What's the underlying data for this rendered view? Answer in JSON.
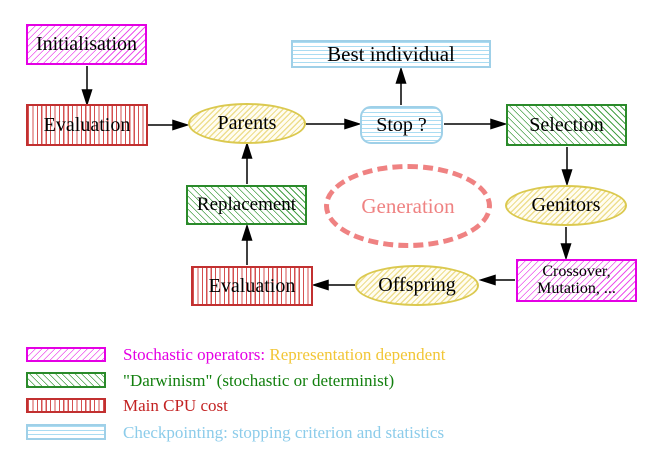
{
  "diagram": {
    "title_hint": "Evolutionary algorithm generation loop",
    "nodes": {
      "initialisation": {
        "label": "Initialisation"
      },
      "evaluation_top": {
        "label": "Evaluation"
      },
      "parents": {
        "label": "Parents"
      },
      "best_individual": {
        "label": "Best individual"
      },
      "stop": {
        "label": "Stop ?"
      },
      "selection": {
        "label": "Selection"
      },
      "genitors": {
        "label": "Genitors"
      },
      "generation": {
        "label": "Generation"
      },
      "crossover_mutation": {
        "line1": "Crossover,",
        "line2": "Mutation, ..."
      },
      "offspring": {
        "label": "Offspring"
      },
      "evaluation_bottom": {
        "label": "Evaluation"
      },
      "replacement": {
        "label": "Replacement"
      }
    },
    "legend": [
      {
        "swatch": "magenta-diagonal-hatch",
        "label": "Stochastic operators:",
        "label2": "Representation dependent"
      },
      {
        "swatch": "green-diagonal-hatch",
        "label": "\"Darwinism\" (stochastic or determinist)"
      },
      {
        "swatch": "red-vertical-hatch",
        "label": "Main CPU cost"
      },
      {
        "swatch": "cyan-horizontal-hatch",
        "label": "Checkpointing: stopping criterion and statistics"
      }
    ],
    "colors": {
      "magenta": "#e400e4",
      "red": "#c23030",
      "green": "#2a8a2a",
      "cyan": "#9fd0e8",
      "yellow": "#dbc94f",
      "salmon": "#ef8282",
      "gold_text": "#f2c636",
      "skyblue_text": "#8cccea",
      "background": "#ffffff"
    }
  }
}
